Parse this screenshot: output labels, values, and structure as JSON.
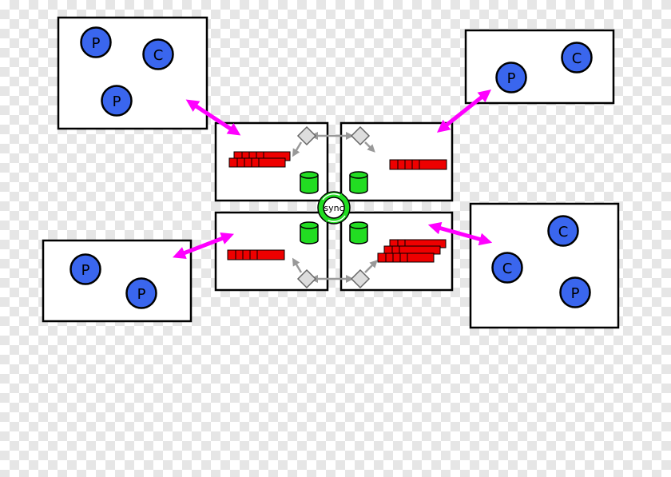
{
  "colors": {
    "node_fill": "#3a66ee",
    "queue_fill": "#ee0000",
    "store_fill": "#22dd22",
    "arrow": "#ff00ff",
    "flow_arrow": "#999999",
    "diamond": "#dddddd"
  },
  "labels": {
    "producer": "P",
    "consumer": "C",
    "sync": "sync"
  },
  "icons": {
    "sync": "sync-cycle-icon",
    "store": "database-cylinder-icon",
    "queue": "message-queue-icon",
    "router": "diamond-router-icon"
  },
  "clients": [
    {
      "name": "client-top-left",
      "nodes": [
        "producer",
        "consumer",
        "producer"
      ]
    },
    {
      "name": "client-top-right",
      "nodes": [
        "consumer",
        "producer"
      ]
    },
    {
      "name": "client-bottom-left",
      "nodes": [
        "producer",
        "producer"
      ]
    },
    {
      "name": "client-bottom-right",
      "nodes": [
        "consumer",
        "consumer",
        "producer"
      ]
    }
  ],
  "brokers": [
    {
      "name": "broker-top-left",
      "queue_stacks": 2
    },
    {
      "name": "broker-top-right",
      "queue_stacks": 1
    },
    {
      "name": "broker-bottom-left",
      "queue_stacks": 1
    },
    {
      "name": "broker-bottom-right",
      "queue_stacks": 3
    }
  ]
}
